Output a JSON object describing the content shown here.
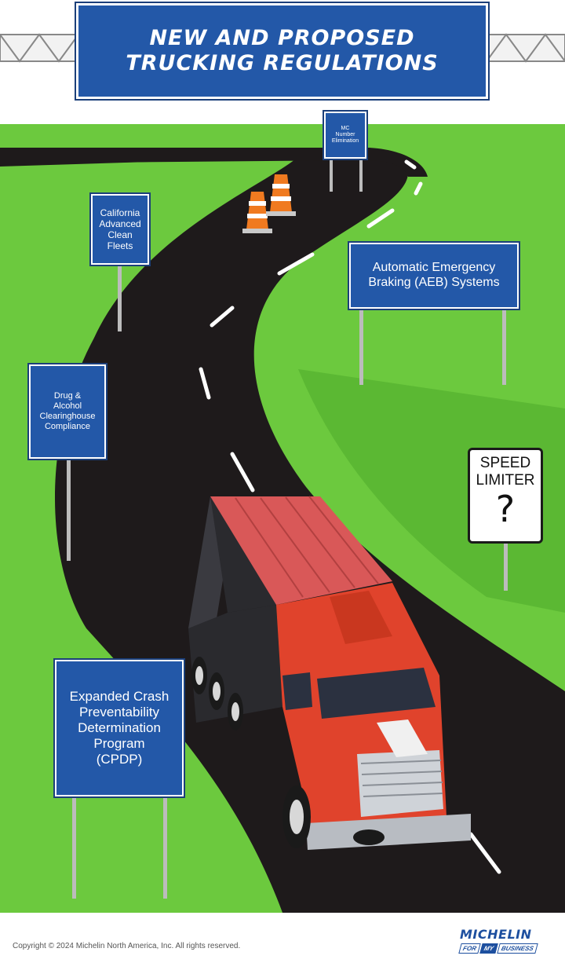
{
  "title": {
    "line1": "NEW AND PROPOSED",
    "line2": "TRUCKING REGULATIONS"
  },
  "signs": {
    "mc": "MC\nNumber\nElimination",
    "california": "California\nAdvanced\nClean\nFleets",
    "aeb": "Automatic Emergency\nBraking (AEB) Systems",
    "drug": "Drug &\nAlcohol\nClearinghouse\nCompliance",
    "cpdp": "Expanded Crash\nPreventability\nDetermination\nProgram\n(CPDP)"
  },
  "speed_sign": {
    "text": "SPEED\nLIMITER",
    "symbol": "?"
  },
  "footer": {
    "copyright": "Copyright © 2024 Michelin North America, Inc. All rights reserved.",
    "brand": "MICHELIN",
    "tag_for": "FOR",
    "tag_my": "MY",
    "tag_business": "BUSINESS"
  },
  "colors": {
    "grass": "#6cc93e",
    "grass_dark": "#4fa82a",
    "road": "#1e1a1b",
    "sign_blue": "#2358a8",
    "truck_red": "#e0432c",
    "trailer_top": "#d95858",
    "trailer_side": "#2a2a2e",
    "brand_blue": "#1d4f9f"
  },
  "icons": [
    "overhead-gantry-icon",
    "traffic-cone-icon",
    "truck-icon",
    "question-mark-icon"
  ]
}
